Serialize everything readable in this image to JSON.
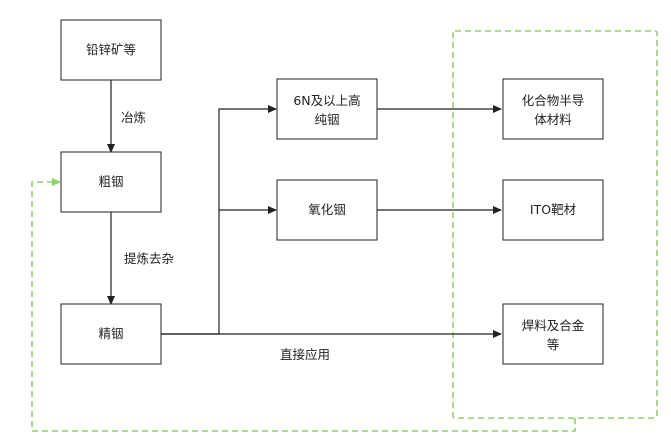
{
  "nodes": {
    "ore": "铅锌矿等",
    "crude": "粗铟",
    "refined": "精铟",
    "high_purity": [
      "6N及以上高",
      "纯铟"
    ],
    "oxide": "氧化铟",
    "compound": [
      "化合物半导",
      "体材料"
    ],
    "ito": "ITO靶材",
    "solder": [
      "焊料及合金",
      "等"
    ]
  },
  "edges": {
    "smelting": "冶炼",
    "purify": "提炼去杂",
    "direct_use": "直接应用"
  },
  "colors": {
    "line": "#222222",
    "highlight": "#8fd16a"
  }
}
